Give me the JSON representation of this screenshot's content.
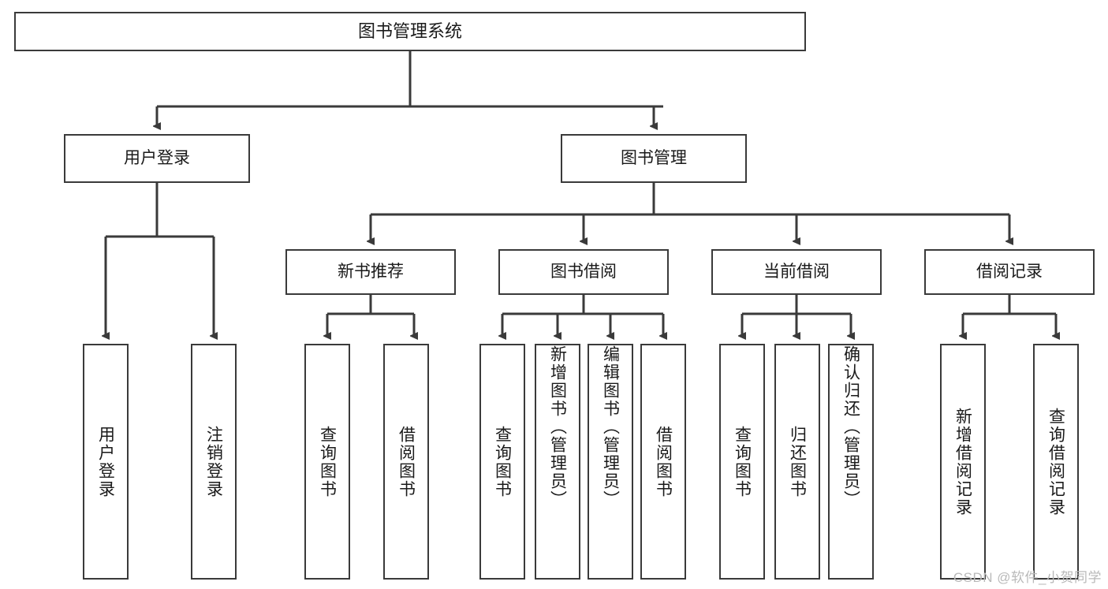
{
  "diagram": {
    "title": "图书管理系统",
    "type": "tree-hierarchy-diagram",
    "colors": {
      "box_border": "#3a3a3a",
      "box_fill": "#ffffff",
      "edge": "#3a3a3a",
      "text": "#1a1a1a",
      "watermark": "#b9b9b9"
    },
    "levels": {
      "root": {
        "label": "图书管理系统"
      },
      "level2": [
        {
          "label": "用户登录"
        },
        {
          "label": "图书管理"
        }
      ],
      "level3": [
        {
          "label": "新书推荐"
        },
        {
          "label": "图书借阅"
        },
        {
          "label": "当前借阅"
        },
        {
          "label": "借阅记录"
        }
      ],
      "leaves": {
        "user_login": [
          {
            "label": "用户登录"
          },
          {
            "label": "注销登录"
          }
        ],
        "new_book_recommend": [
          {
            "label": "查询图书"
          },
          {
            "label": "借阅图书"
          }
        ],
        "book_borrow": [
          {
            "label": "查询图书"
          },
          {
            "label": "新增图书（管理员）"
          },
          {
            "label": "编辑图书（管理员）"
          },
          {
            "label": "借阅图书"
          }
        ],
        "current_borrow": [
          {
            "label": "查询图书"
          },
          {
            "label": "归还图书"
          },
          {
            "label": "确认归还（管理员）"
          }
        ],
        "borrow_record": [
          {
            "label": "新增借阅记录"
          },
          {
            "label": "查询借阅记录"
          }
        ]
      }
    },
    "watermark": "CSDN @软件_小贺同学"
  }
}
